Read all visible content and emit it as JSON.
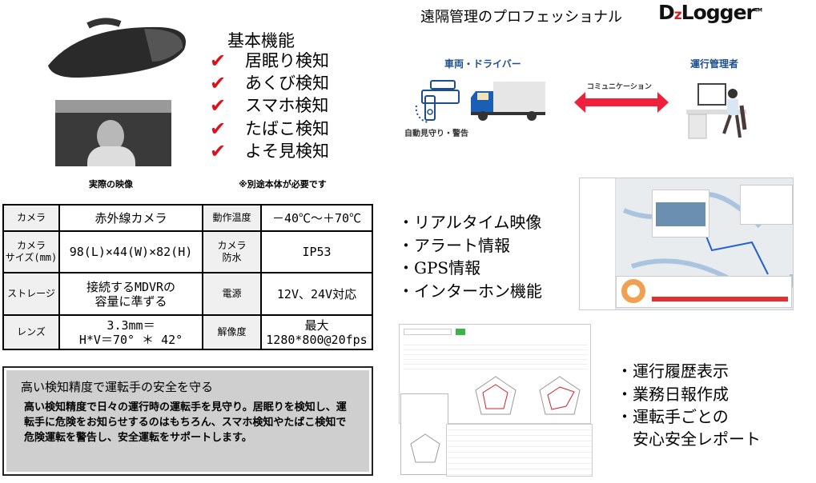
{
  "header": {
    "title": "遠隔管理のプロフェッショナル",
    "logo": "DzLogger",
    "logo_tm": "TM"
  },
  "camera": {
    "video_caption": "実際の映像",
    "note": "※別途本体が必要です"
  },
  "features": {
    "title": "基本機能",
    "items": [
      "居眠り検知",
      "あくび検知",
      "スマホ検知",
      "たばこ検知",
      "よそ見検知"
    ]
  },
  "specs": {
    "rows": [
      {
        "k1": "カメラ",
        "v1": "赤外線カメラ",
        "k2": "動作温度",
        "v2": "－40℃～＋70℃"
      },
      {
        "k1": "カメラ\nサイズ(mm)",
        "v1": "98(L)×44(W)×82(H)",
        "k2": "カメラ\n防水",
        "v2": "IP53"
      },
      {
        "k1": "ストレージ",
        "v1": "接続するMDVRの\n容量に準ずる",
        "k2": "電源",
        "v2": "12V、24V対応"
      },
      {
        "k1": "レンズ",
        "v1": "3.3mm＝\nH*V＝70° ＊ 42°",
        "k2": "解像度",
        "v2": "最大\n1280*800@20fps"
      }
    ]
  },
  "safety": {
    "title": "高い検知精度で運転手の安全を守る",
    "body": "高い検知精度で日々の運行時の運転手を見守り。居眠りを検知し、運転手に危険をお知らせするのはもちろん、スマホ検知やたばこ検知で危険運転を警告し、安全運転をサポートします。"
  },
  "diagram": {
    "left_label": "車両・ドライバー",
    "right_label": "運行管理者",
    "arrow_label": "コミュニケーション",
    "device_label": "自動見守り・警告"
  },
  "monitor_features": [
    "・リアルタイム映像",
    "・アラート情報",
    "・GPS情報",
    "・インターホン機能"
  ],
  "report_features": [
    "・運行履歴表示",
    "・業務日報作成",
    "・運転手ごとの",
    "　安心安全レポート"
  ],
  "colors": {
    "accent_red": "#e0101a",
    "label_blue": "#1d4e8f",
    "arrow_red": "#f0203a"
  }
}
